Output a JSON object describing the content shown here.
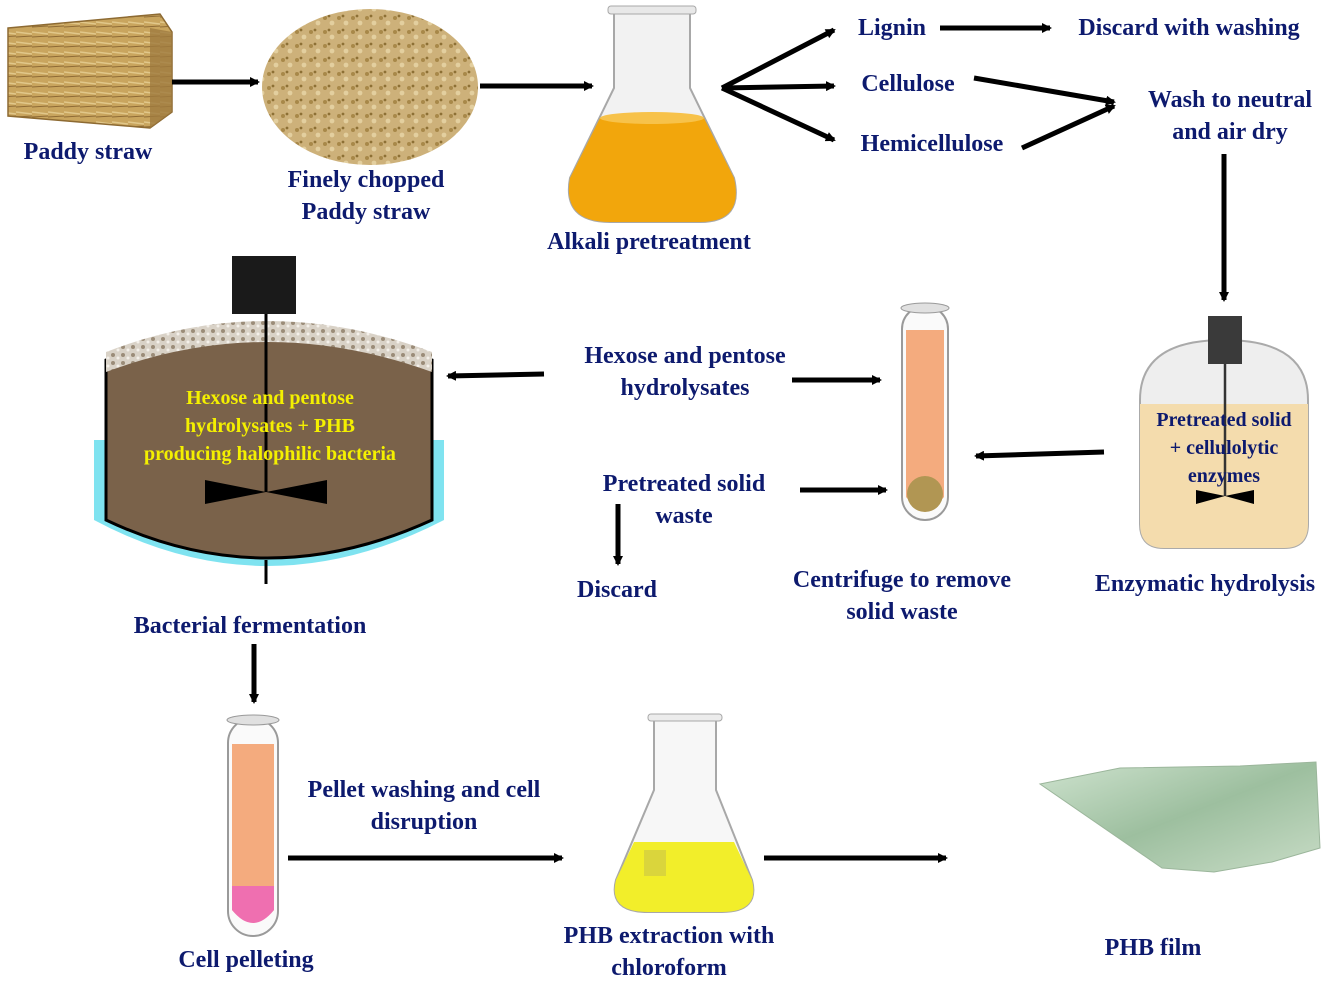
{
  "labels": {
    "paddy_straw": "Paddy straw",
    "chopped_1": "Finely chopped",
    "chopped_2": "Paddy straw",
    "alkali": "Alkali pretreatment",
    "lignin": "Lignin",
    "discard_washing": "Discard with washing",
    "cellulose": "Cellulose",
    "hemicellulose": "Hemicellulose",
    "wash_1": "Wash to neutral",
    "wash_2": "and air dry",
    "fermenter_1": "Hexose and pentose",
    "fermenter_2": "hydrolysates + PHB",
    "fermenter_3": "producing halophilic bacteria",
    "hydrolysates_1": "Hexose and pentose",
    "hydrolysates_2": "hydrolysates",
    "pretreated_waste_1": "Pretreated solid",
    "pretreated_waste_2": "waste",
    "discard": "Discard",
    "centrifuge_1": "Centrifuge to remove",
    "centrifuge_2": "solid waste",
    "vessel_1": "Pretreated solid",
    "vessel_2": "+ cellulolytic",
    "vessel_3": "enzymes",
    "enzymatic": "Enzymatic hydrolysis",
    "bacterial_fermentation": "Bacterial fermentation",
    "pellet_wash_1": "Pellet washing and cell",
    "pellet_wash_2": "disruption",
    "cell_pelleting": "Cell pelleting",
    "extraction_1": "PHB extraction with",
    "extraction_2": "chloroform",
    "phb_film": "PHB film"
  },
  "colors": {
    "label_text": "#0d1a6e",
    "fermenter_text": "#f4f000",
    "arrow": "#000000",
    "broth": "#7a624a",
    "jacket": "#7fe3f0",
    "alkali_liquid": "#f2a60c",
    "hydrolysate": "#f4ab7e",
    "pellet": "#ef6fb0",
    "chloroform": "#f2ee2a",
    "enzyme_mix": "#f4dcad",
    "straw": "#c9a55e",
    "film": "#a9c9a9"
  }
}
